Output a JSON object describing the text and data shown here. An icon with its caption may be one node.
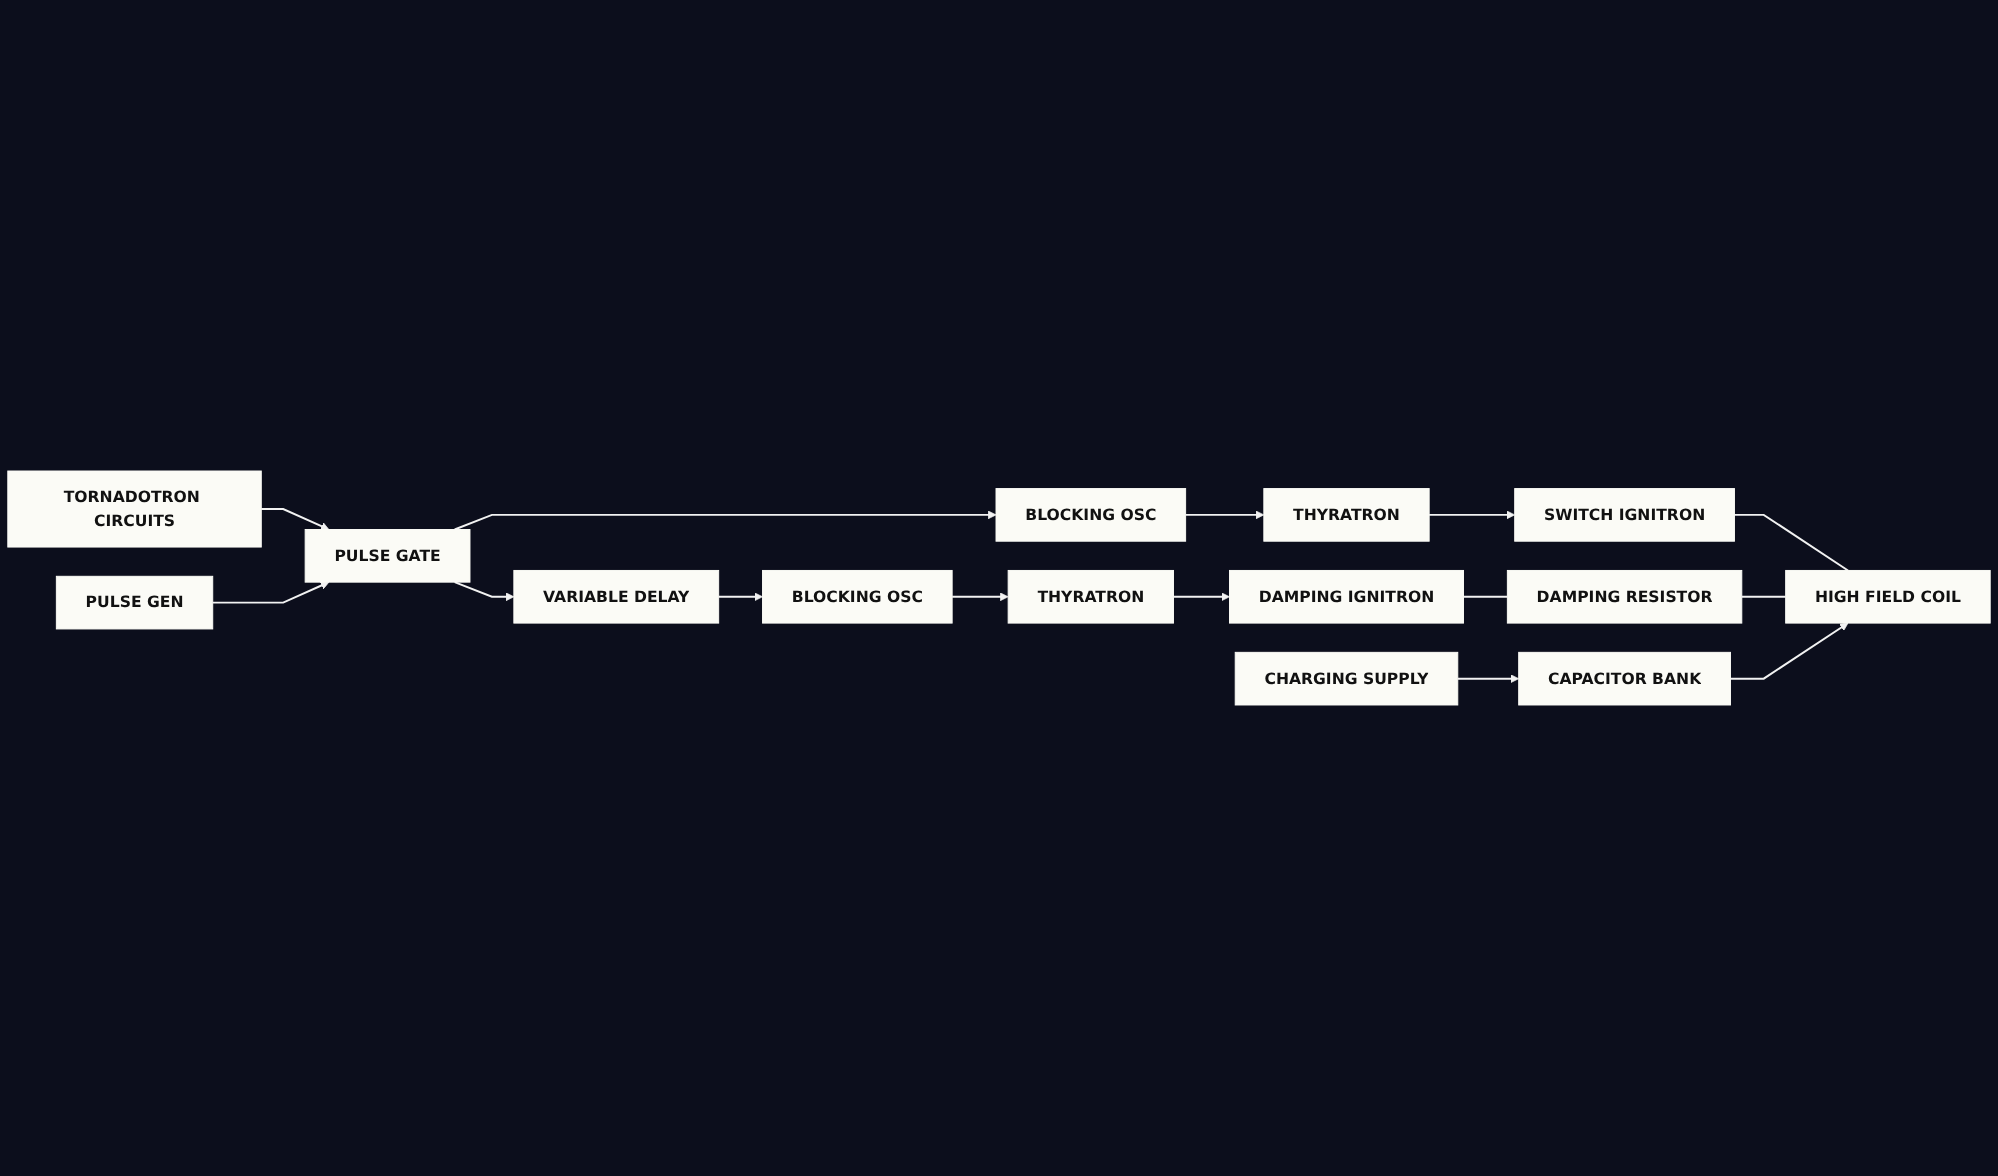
{
  "diagram": {
    "nodes": [
      {
        "text": [
          "TORNADOTRON CIRCUITS"
        ]
      },
      {
        "text": [
          "PULSE GEN"
        ]
      },
      {
        "text": [
          "PULSE GATE"
        ]
      },
      {
        "text": [
          "BLOCKING OSC"
        ]
      },
      {
        "text": [
          "THYRATRON"
        ]
      },
      {
        "text": [
          "SWITCH IGNITRON"
        ]
      },
      {
        "text": [
          "HIGH FIELD COIL"
        ]
      },
      {
        "text": [
          "DAMPING RESISTOR"
        ]
      },
      {
        "text": [
          "VARIABLE DELAY"
        ]
      },
      {
        "text": [
          "BLOCKING OSC"
        ]
      },
      {
        "text": [
          "THYRATRON"
        ]
      },
      {
        "text": [
          "DAMPING IGNITRON"
        ]
      },
      {
        "text": [
          "CHARGING SUPPLY"
        ]
      },
      {
        "text": [
          "CAPACITOR BANK"
        ]
      }
    ],
    "edges": [
      {
        "from": 0,
        "to": 2,
        "arrow": "to"
      },
      {
        "from": 1,
        "to": 2,
        "arrow": "to"
      },
      {
        "from": 2,
        "to": 3,
        "arrow": "to"
      },
      {
        "from": 2,
        "to": 8,
        "arrow": "to"
      },
      {
        "from": 3,
        "to": 4,
        "arrow": "to"
      },
      {
        "from": 4,
        "to": 5,
        "arrow": "to"
      },
      {
        "from": 8,
        "to": 9,
        "arrow": "to"
      },
      {
        "from": 9,
        "to": 10,
        "arrow": "to"
      },
      {
        "from": 10,
        "to": 11,
        "arrow": "to"
      },
      {
        "from": 11,
        "to": 7,
        "arrow": "none"
      },
      {
        "from": 5,
        "to": 6,
        "arrow": "none"
      },
      {
        "from": 7,
        "to": 6,
        "arrow": "none"
      },
      {
        "from": 12,
        "to": 13,
        "arrow": "to"
      },
      {
        "from": 13,
        "to": 6,
        "arrow": "to"
      }
    ]
  }
}
